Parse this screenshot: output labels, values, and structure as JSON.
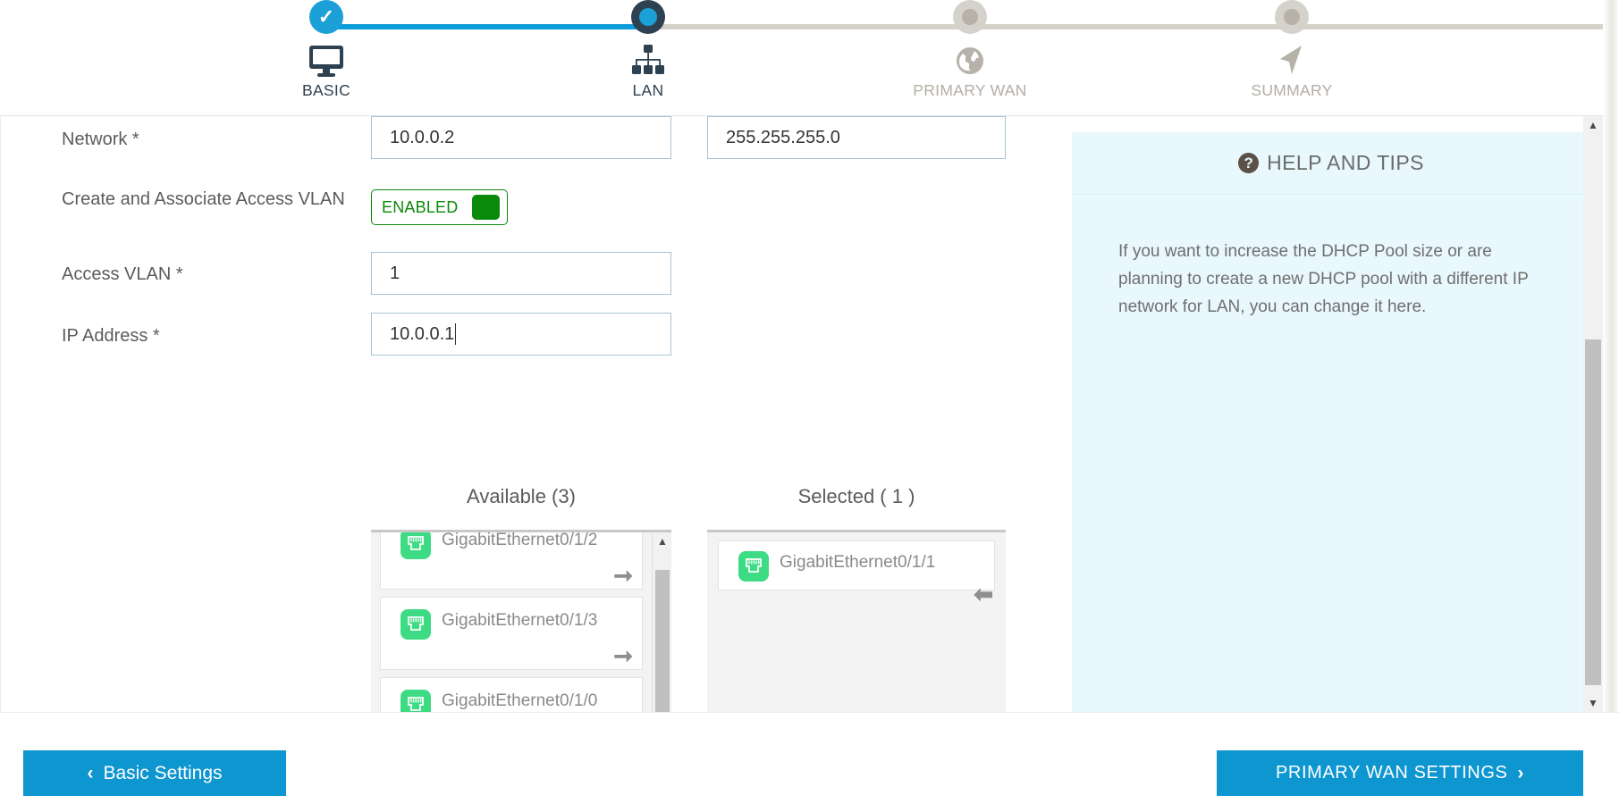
{
  "wizard": {
    "steps": [
      {
        "label": "BASIC",
        "icon": "monitor-icon",
        "state": "complete"
      },
      {
        "label": "LAN",
        "icon": "network-icon",
        "state": "current"
      },
      {
        "label": "PRIMARY WAN",
        "icon": "globe-icon",
        "state": "pending"
      },
      {
        "label": "SUMMARY",
        "icon": "cursor-icon",
        "state": "pending"
      }
    ],
    "accent_done": "#0d9ddb",
    "accent_pending": "#d5d2cb"
  },
  "form": {
    "rows": [
      {
        "label": "Network *"
      },
      {
        "label": "Create and Associate Access VLAN"
      },
      {
        "label": "Access VLAN *"
      },
      {
        "label": "IP Address *"
      }
    ],
    "network_ip": "10.0.0.2",
    "network_mask": "255.255.255.0",
    "toggle_label": "ENABLED",
    "toggle_color": "#0a8a0a",
    "access_vlan": "1",
    "ip_address": "10.0.0.1"
  },
  "dual_list": {
    "available_title": "Available (3)",
    "selected_title": "Selected ( 1 )",
    "available": [
      {
        "name": "GigabitEthernet0/1/2",
        "icon": "rj45-port-icon",
        "action": "move-right-arrow"
      },
      {
        "name": "GigabitEthernet0/1/3",
        "icon": "rj45-port-icon",
        "action": "move-right-arrow"
      },
      {
        "name": "GigabitEthernet0/1/0",
        "icon": "rj45-port-icon",
        "action": "move-right-arrow"
      }
    ],
    "selected": [
      {
        "name": "GigabitEthernet0/1/1",
        "icon": "rj45-port-icon",
        "action": "move-left-arrow"
      }
    ],
    "port_icon_color": "#3ddc84"
  },
  "help": {
    "title": "HELP AND TIPS",
    "icon": "question-mark-icon",
    "body": "If you want to increase the DHCP Pool size or are planning to create a new DHCP pool with a different IP network for LAN, you can change it here.",
    "background": "#e9f8fd"
  },
  "footer": {
    "prev_label": "Basic Settings",
    "prev_chevron": "‹",
    "next_label": "PRIMARY WAN SETTINGS",
    "next_chevron": "›",
    "button_color": "#0d96d0"
  },
  "scrollbar": {
    "up_arrow": "▲",
    "down_arrow": "▼"
  }
}
